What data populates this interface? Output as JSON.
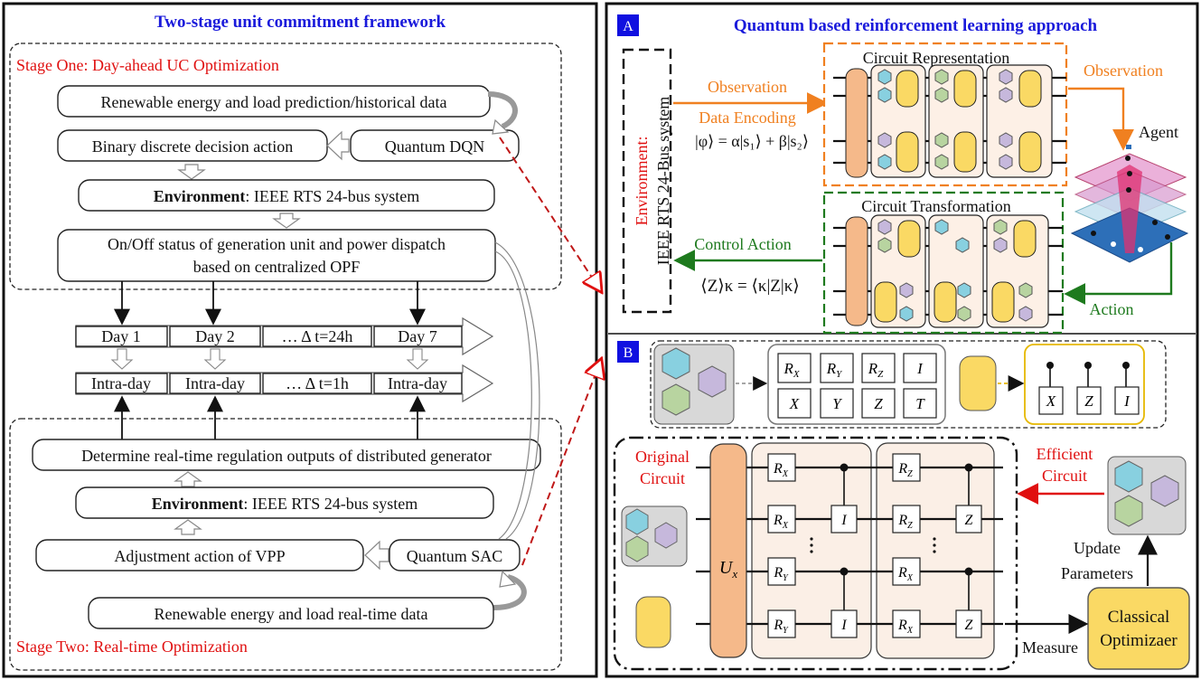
{
  "left_panel": {
    "title": "Two-stage unit commitment framework",
    "stage_one": {
      "label": "Stage One: Day-ahead UC Optimization",
      "renewable_box": "Renewable energy and load prediction/historical data",
      "binary_action_box": "Binary discrete decision action",
      "quantum_dqn_box": "Quantum DQN",
      "environment_bold": "Environment",
      "environment_rest": ": IEEE RTS 24-bus system",
      "onoff_line1": "On/Off status of generation unit and power dispatch",
      "onoff_line2": "based on centralized OPF"
    },
    "timeline": {
      "days": [
        "Day 1",
        "Day 2",
        "… Δ t=24h",
        "Day 7"
      ],
      "intraday": [
        "Intra-day",
        "Intra-day",
        "… Δ t=1h",
        "Intra-day"
      ]
    },
    "stage_two": {
      "determine_box": "Determine real-time regulation outputs of distributed generator",
      "environment_bold": "Environment",
      "environment_rest": ": IEEE RTS 24-bus system",
      "adjustment_box": "Adjustment action of VPP",
      "quantum_sac_box": "Quantum SAC",
      "realtime_data_box": "Renewable energy and load real-time data",
      "label": "Stage Two: Real-time Optimization"
    }
  },
  "right_panel": {
    "title": "Quantum based reinforcement learning approach",
    "badge_a": "A",
    "badge_b": "B",
    "env_label_red": "Environment:",
    "env_label_black": "IEEE RTS 24-Bus system",
    "observation_in": "Observation",
    "data_encoding": "Data Encoding",
    "encoding_formula": "|φ⟩ = α|s₁⟩ + β|s₂⟩",
    "circuit_representation": "Circuit Representation",
    "observation_out": "Observation",
    "agent": "Agent",
    "circuit_transformation": "Circuit Transformation",
    "control_action": "Control Action",
    "expectation_formula": "⟨Z⟩κ = ⟨κ|Z|κ⟩",
    "action": "Action",
    "gate_set_rotation": [
      "R",
      "R",
      "R",
      "I",
      "X",
      "Y",
      "Z",
      "T"
    ],
    "gate_set_rotation_sub": [
      "X",
      "Y",
      "Z",
      "",
      "",
      "",
      "",
      ""
    ],
    "controlled_gates": [
      "X",
      "Z",
      "I"
    ],
    "original_circuit_line1": "Original",
    "original_circuit_line2": "Circuit",
    "efficient_circuit_line1": "Efficient",
    "efficient_circuit_line2": "Circuit",
    "ux_label": "U",
    "ux_sub": "x",
    "block1_gates": [
      "R",
      "R",
      "R",
      "R"
    ],
    "block1_subs": [
      "X",
      "X",
      "Y",
      "Y"
    ],
    "block1_targets": [
      "I",
      "I"
    ],
    "block2_gates": [
      "R",
      "R",
      "R",
      "R"
    ],
    "block2_subs": [
      "Z",
      "Z",
      "X",
      "X"
    ],
    "block2_targets": [
      "Z",
      "Z"
    ],
    "update_parameters_line1": "Update",
    "update_parameters_line2": "Parameters",
    "classical_line1": "Classical",
    "classical_line2": "Optimizaer",
    "measure": "Measure"
  },
  "colors": {
    "title_blue": "#1a1adb",
    "stage_red": "#e01010",
    "orange": "#f08020",
    "green": "#1e7a1e",
    "yellow_gate": "#fad964",
    "salmon_ux": "#f5b98a",
    "cyan_hex": "#88d0e0",
    "lilac_hex": "#c6b8dc",
    "green_hex": "#b8d4a0"
  }
}
